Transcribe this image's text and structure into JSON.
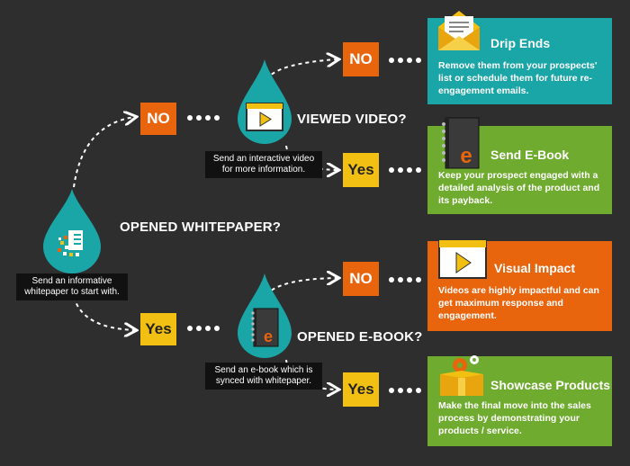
{
  "colors": {
    "background": "#2e2e2e",
    "teal": "#1aa5a7",
    "orange": "#e8650e",
    "yellow": "#f2c012",
    "green": "#6fab2e",
    "note_bg": "#111111"
  },
  "start": {
    "question": "OPENED WHITEPAPER?",
    "note": "Send an informative whitepaper to start with.",
    "icon": "whitepaper-pixel-icon"
  },
  "video_step": {
    "question": "VIEWED VIDEO?",
    "note": "Send an interactive video for more information.",
    "icon": "video-player-icon",
    "no_label": "NO",
    "yes_label": "Yes"
  },
  "ebook_step": {
    "question": "OPENED E-BOOK?",
    "note": "Send an e-book which is synced with whitepaper.",
    "icon": "ebook-icon",
    "no_label": "NO",
    "yes_label": "Yes"
  },
  "branch_labels": {
    "whitepaper_no": "NO",
    "whitepaper_yes": "Yes"
  },
  "outcomes": {
    "drip_ends": {
      "title": "Drip Ends",
      "description": "Remove them from your prospects' list or schedule them for future re-engagement emails.",
      "icon": "envelope-icon"
    },
    "send_ebook": {
      "title": "Send E-Book",
      "description": "Keep your prospect engaged with a detailed analysis of the product and its payback.",
      "icon": "ebook-icon"
    },
    "visual_impact": {
      "title": "Visual Impact",
      "description": "Videos are highly impactful and can get maximum response and engagement.",
      "icon": "video-player-icon"
    },
    "showcase": {
      "title": "Showcase Products",
      "description": "Make the final move into the sales process by demonstrating your products / service.",
      "icon": "box-gear-icon"
    }
  }
}
